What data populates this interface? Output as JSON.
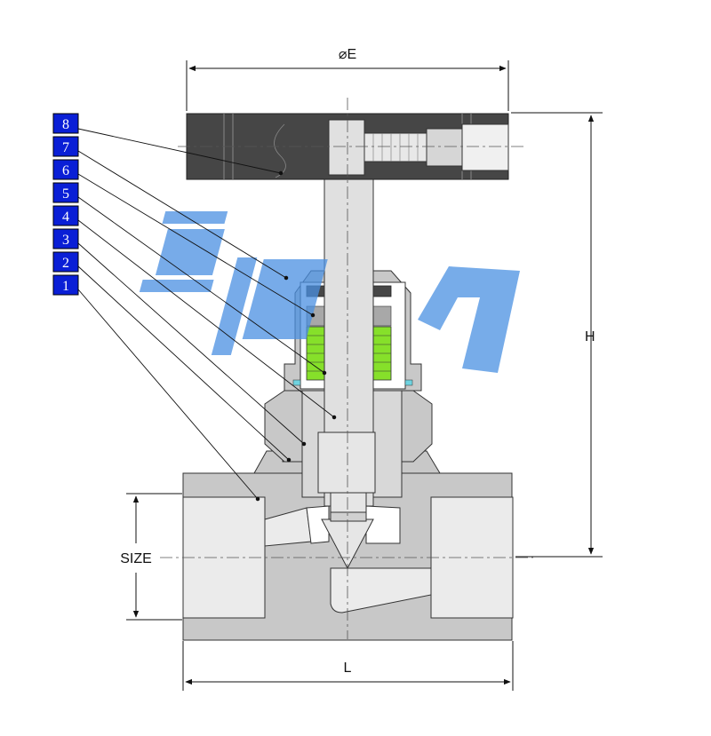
{
  "diagram": {
    "labels": {
      "diameter": "⌀E",
      "height": "H",
      "length": "L",
      "size": "SIZE"
    },
    "part_tags": [
      "8",
      "7",
      "6",
      "5",
      "4",
      "3",
      "2",
      "1"
    ],
    "colors": {
      "body": "#c8c8c8",
      "handle": "#464646",
      "stem": "#e0e0e0",
      "packing": "#86e02a",
      "tag": "#0a1fd6",
      "watermark": "#4a90e2"
    },
    "watermark_icon": "company-logo-watermark"
  }
}
